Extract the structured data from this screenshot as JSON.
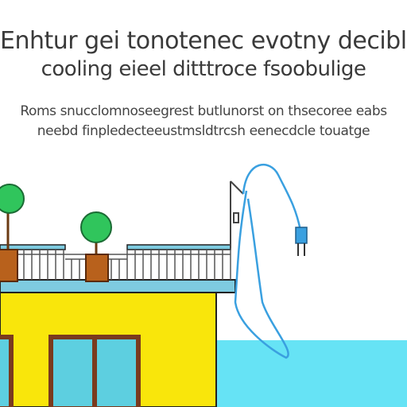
{
  "headline": {
    "line1": "Enhtur gei tonotenec evotny deciblie",
    "line2": "cooling eieel ditttroce fsoobulige"
  },
  "body": {
    "line1": "Roms snucclomnoseegrest butlunorst on thsecoree eabs",
    "line2": "neebd finpledecteeustmsldtrcsh eenecdcle touatge"
  },
  "colors": {
    "sky": "#ffffff",
    "wall": "#f9e60b",
    "window_glass": "#5dcfe0",
    "window_frame": "#7a3a1e",
    "water": "#66e3f5",
    "roof": "#7ecbe0",
    "pot": "#b8611c",
    "tree": "#30c55c",
    "cable": "#3aa0e0",
    "rail": "#555555"
  },
  "icons": [
    "tree-icon",
    "plug-icon",
    "building-icon"
  ]
}
